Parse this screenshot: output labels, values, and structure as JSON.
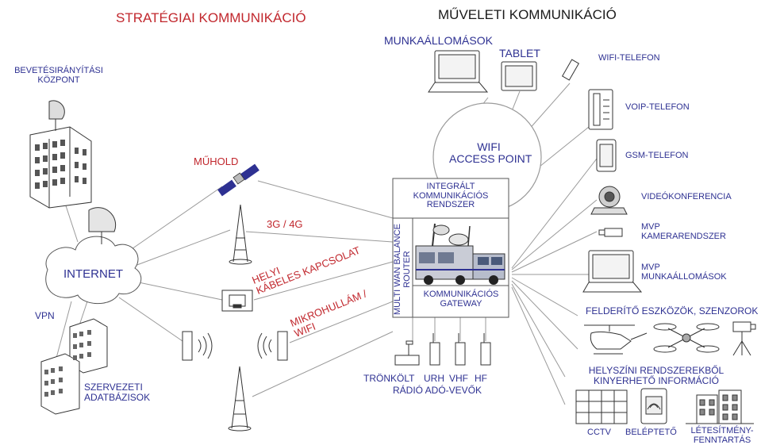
{
  "headings": {
    "strategic": "STRATÉGIAI KOMMUNIKÁCIÓ",
    "operational": "MŰVELETI KOMMUNIKÁCIÓ"
  },
  "left": {
    "dispatch_center": [
      "BEVETÉSIRÁNYÍTÁSI",
      "KÖZPONT"
    ],
    "internet": "INTERNET",
    "vpn": "VPN",
    "org_databases": [
      "SZERVEZETI",
      "ADATBÁZISOK"
    ]
  },
  "links": {
    "satellite": "MŰHOLD",
    "cellular_3g": "3G",
    "cellular_sep": " / ",
    "cellular_4g": "4G",
    "wired": [
      "HELYI",
      "KÁBELES KAPCSOLAT"
    ],
    "microwave": [
      "MIKROHULLÁM /",
      "WIFI"
    ]
  },
  "center": {
    "wifi_ap": [
      "WIFI",
      "ACCESS POINT"
    ],
    "integrated_system": [
      "INTEGRÁLT",
      "KOMMUNIKÁCIÓS",
      "RENDSZER"
    ],
    "router": [
      "MULTI WAN BALANCE",
      "ROUTER"
    ],
    "gateway": [
      "KOMMUNIKÁCIÓS",
      "GATEWAY"
    ],
    "radios": {
      "trunked": "TRÖNKÖLT",
      "uhf": "URH",
      "vhf": "VHF",
      "hf": "HF",
      "caption": "RÁDIÓ ADÓ-VEVŐK"
    }
  },
  "right": {
    "workstations": "MUNKAÁLLOMÁSOK",
    "tablet": "TABLET",
    "wifi_phone": "WIFI-TELEFON",
    "voip_phone": "VOIP-TELEFON",
    "gsm_phone": "GSM-TELEFON",
    "videoconference": "VIDEÓKONFERENCIA",
    "mvp_camera": [
      "MVP",
      "KAMERARENDSZER"
    ],
    "mvp_workstations": [
      "MVP",
      "MUNKAÁLLOMÁSOK"
    ],
    "recon": "FELDERÍTŐ ESZKÖZÖK, SZENZOROK",
    "onsite_info": [
      "HELYSZÍNI RENDSZEREKBŐL",
      "KINYERHETŐ INFORMÁCIÓ"
    ],
    "cctv": "CCTV",
    "access_control": "BELÉPTETŐ",
    "facility_mgmt": [
      "LÉTESÍTMÉNY-",
      "FENNTARTÁS"
    ]
  },
  "colors": {
    "label_blue": "#2e3192",
    "label_red": "#c1272d",
    "line": "#9a9a9a",
    "icon_stroke": "#333333"
  }
}
